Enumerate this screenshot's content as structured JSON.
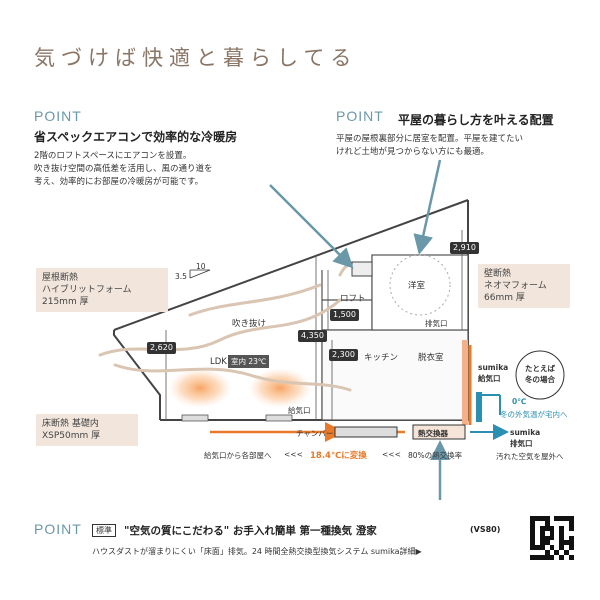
{
  "title": "気づけば快適と暮らしてる",
  "point_label": "POINT",
  "point1": {
    "heading": "省スペックエアコンで効率的な冷暖房",
    "lines": [
      "2階のロフトスペースにエアコンを設置。",
      "吹き抜け空間の高低差を活用し、風の通り道を",
      "考え、効率的にお部屋の冷暖房が可能です。"
    ]
  },
  "point2": {
    "heading": "平屋の暮らし方を叶える配置",
    "lines": [
      "平屋の屋根裏部分に居室を配置。平屋を建てたい",
      "けれど土地が見つからない方にも最適。"
    ]
  },
  "insulation": {
    "roof": [
      "屋根断熱",
      "ハイブリットフォーム",
      "215mm 厚"
    ],
    "wall": [
      "壁断熱",
      "ネオマフォーム",
      "66mm 厚"
    ],
    "floor": [
      "床断熱 基礎内",
      "XSP50mm 厚"
    ]
  },
  "pitch": {
    "rise": "3.5",
    "run": "10"
  },
  "dims": {
    "d2910": "2,910",
    "d1500": "1,500",
    "d4350": "4,350",
    "d2620": "2,620",
    "d2300": "2,300"
  },
  "rooms": {
    "loft": "ロフト",
    "western": "洋室",
    "exhaust": "排気口",
    "fukinuke": "吹き抜け",
    "ldk": "LDK",
    "room_temp": "室内 23℃",
    "kitchen": "キッチン",
    "dressing": "脱衣室",
    "supply_port": "給気口",
    "chamber": "チャンバー",
    "exchanger": "熱交換器"
  },
  "sumika": {
    "intake": [
      "sumika",
      "給気口"
    ],
    "outlet": [
      "sumika",
      "排気口"
    ],
    "dirty_air": "汚れた空気を屋外へ"
  },
  "example": {
    "bubble": [
      "たとえば",
      "冬の場合"
    ],
    "outside_temp": "0℃",
    "outside_air": "冬の外気温が宅内へ"
  },
  "flow": {
    "left": "給気口から各部屋へ",
    "arrows": "<<<",
    "converted": "18.4℃に変換",
    "arrows2": "<<<",
    "rate": "80%の熱交換率"
  },
  "bottom": {
    "badge": "標準",
    "heading": "\"空気の質にこだわる\" お手入れ簡単 第一種換気 澄家",
    "model": "(VS80)",
    "desc": "ハウスダストが溜まりにくい「床面」排気。24 時間全熱交換型換気システム sumika詳細▶"
  },
  "colors": {
    "accent": "#6a98a8",
    "warm": "#e87a2a",
    "cool": "#2a8fb0",
    "beige": "#f2e6dc"
  }
}
